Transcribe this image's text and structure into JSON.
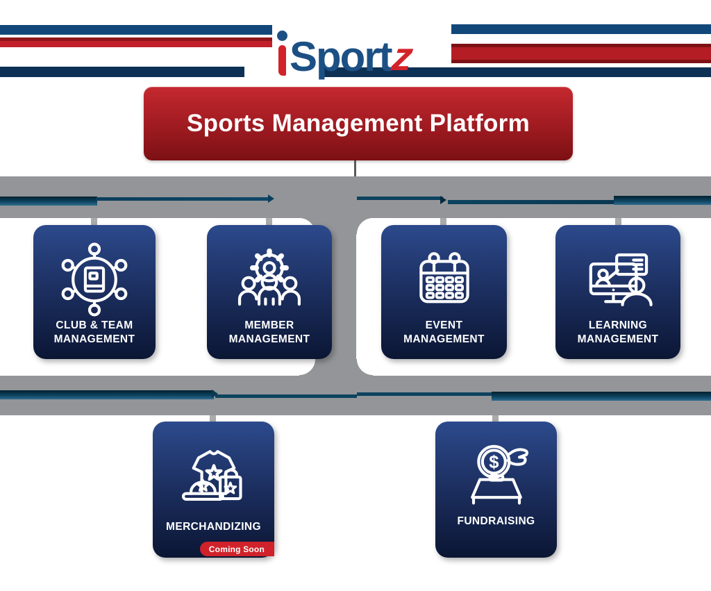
{
  "logo": {
    "brand": "iSportz",
    "part_i": "i",
    "part_sport": "Sport",
    "part_z": "z",
    "blue": "#1c5084",
    "red": "#d2232a"
  },
  "banner": {
    "title": "Sports Management Platform"
  },
  "cards": [
    {
      "line1": "CLUB & TEAM",
      "line2": "MANAGEMENT",
      "icon": "team-network-icon"
    },
    {
      "line1": "MEMBER",
      "line2": "MANAGEMENT",
      "icon": "member-gear-icon"
    },
    {
      "line1": "EVENT",
      "line2": "MANAGEMENT",
      "icon": "calendar-icon"
    },
    {
      "line1": "LEARNING",
      "line2": "MANAGEMENT",
      "icon": "online-learning-icon"
    },
    {
      "line1": "MERCHANDIZING",
      "icon": "merchandise-icon",
      "badge": "Coming Soon"
    },
    {
      "line1": "FUNDRAISING",
      "icon": "donation-box-icon"
    }
  ],
  "colors": {
    "banner_red_top": "#c5292f",
    "banner_red_bottom": "#7c1014",
    "card_blue_top": "#2c4a8c",
    "card_blue_bottom": "#0b1634",
    "connector_gray": "#939598",
    "pipe_teal": "#0d435f",
    "stripe_navy": "#12477a",
    "stripe_red": "#c2202a",
    "badge_red": "#d0222a"
  }
}
